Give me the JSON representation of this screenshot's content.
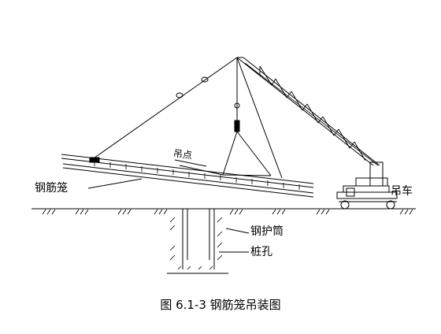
{
  "labels": {
    "cage": "钢筋笼",
    "lift_point": "吊点",
    "crane": "吊车",
    "casing": "钢护筒",
    "pile_hole": "桩孔"
  },
  "caption": "图 6.1-3 钢筋笼吊装图"
}
